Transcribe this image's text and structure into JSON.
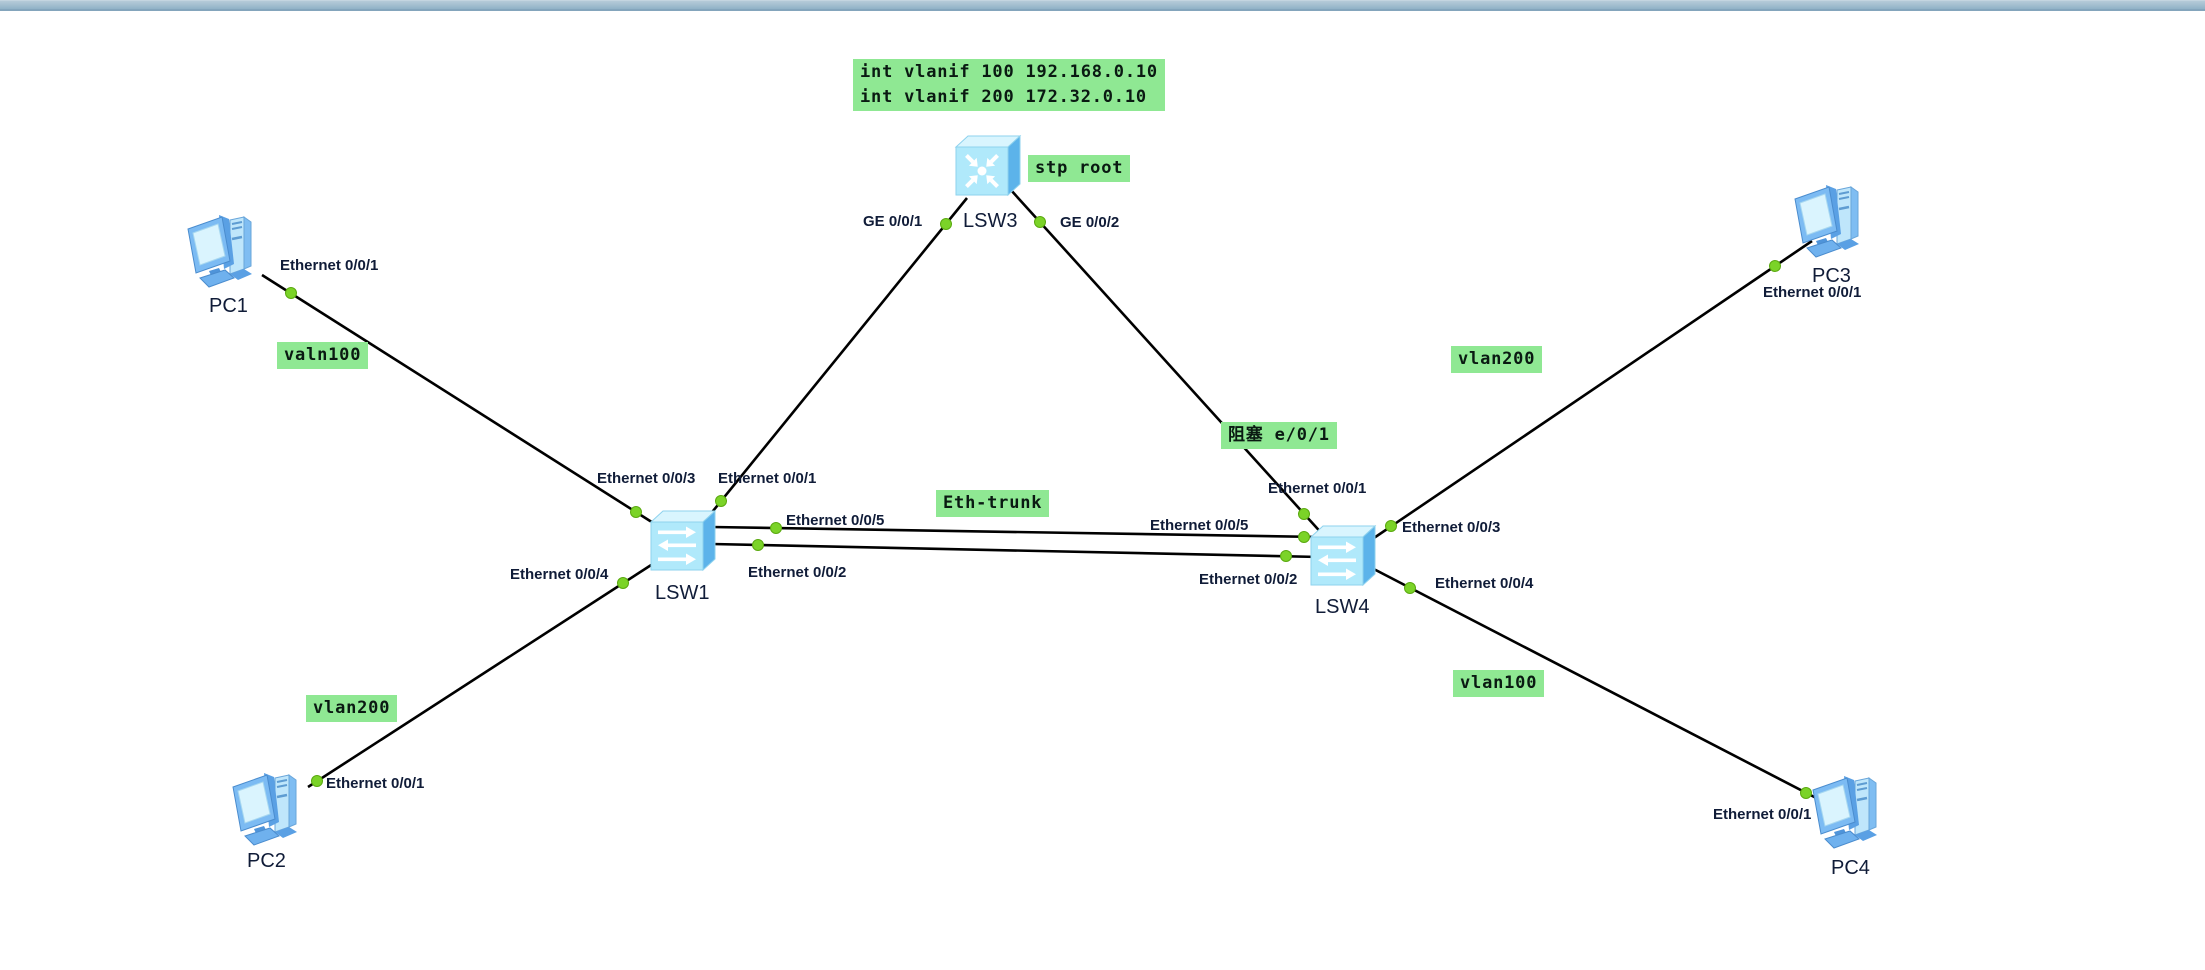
{
  "app": {
    "description": "eNSP-style network topology canvas",
    "titlebar": {
      "color": "#93b4c8"
    }
  },
  "colors": {
    "annotation_bg": "#8fe893",
    "annotation_text": "#0a1a12",
    "link": "#000000",
    "port_up_dot": "#7bd328",
    "label_text": "#101c38",
    "canvas_bg": "#ffffff"
  },
  "devices": [
    {
      "name": "PC1",
      "type": "pc"
    },
    {
      "name": "PC2",
      "type": "pc"
    },
    {
      "name": "PC3",
      "type": "pc"
    },
    {
      "name": "PC4",
      "type": "pc"
    },
    {
      "name": "LSW1",
      "type": "switch"
    },
    {
      "name": "LSW3",
      "type": "switch-hub"
    },
    {
      "name": "LSW4",
      "type": "switch"
    }
  ],
  "port_labels": [
    {
      "text": "Ethernet 0/0/1"
    },
    {
      "text": "Ethernet 0/0/1"
    },
    {
      "text": "Ethernet 0/0/1"
    },
    {
      "text": "Ethernet 0/0/1"
    },
    {
      "text": "Ethernet 0/0/3"
    },
    {
      "text": "Ethernet 0/0/1"
    },
    {
      "text": "Ethernet 0/0/5"
    },
    {
      "text": "Ethernet 0/0/2"
    },
    {
      "text": "Ethernet 0/0/4"
    },
    {
      "text": "GE 0/0/1"
    },
    {
      "text": "GE 0/0/2"
    },
    {
      "text": "Ethernet 0/0/1"
    },
    {
      "text": "Ethernet 0/0/5"
    },
    {
      "text": "Ethernet 0/0/2"
    },
    {
      "text": "Ethernet 0/0/3"
    },
    {
      "text": "Ethernet 0/0/4"
    }
  ],
  "annotations": [
    {
      "text": "int vlanif 100 192.168.0.10\nint vlanif 200 172.32.0.10"
    },
    {
      "text": "stp root"
    },
    {
      "text": "valn100"
    },
    {
      "text": "vlan200"
    },
    {
      "text": "Eth-trunk"
    },
    {
      "text": "阻塞 e/0/1"
    },
    {
      "text": "vlan200"
    },
    {
      "text": "vlan100"
    }
  ],
  "links": [
    {
      "from": "PC1",
      "to": "LSW1",
      "ports": [
        "Ethernet 0/0/1",
        "Ethernet 0/0/3"
      ]
    },
    {
      "from": "PC2",
      "to": "LSW1",
      "ports": [
        "Ethernet 0/0/1",
        "Ethernet 0/0/4"
      ]
    },
    {
      "from": "LSW1",
      "to": "LSW3",
      "ports": [
        "Ethernet 0/0/1",
        "GE 0/0/1"
      ]
    },
    {
      "from": "LSW3",
      "to": "LSW4",
      "ports": [
        "GE 0/0/2",
        "Ethernet 0/0/1"
      ]
    },
    {
      "from": "LSW1",
      "to": "LSW4",
      "ports": [
        "Ethernet 0/0/5",
        "Ethernet 0/0/5"
      ]
    },
    {
      "from": "LSW1",
      "to": "LSW4",
      "ports": [
        "Ethernet 0/0/2",
        "Ethernet 0/0/2"
      ]
    },
    {
      "from": "LSW4",
      "to": "PC3",
      "ports": [
        "Ethernet 0/0/3",
        "Ethernet 0/0/1"
      ]
    },
    {
      "from": "LSW4",
      "to": "PC4",
      "ports": [
        "Ethernet 0/0/4",
        "Ethernet 0/0/1"
      ]
    }
  ]
}
